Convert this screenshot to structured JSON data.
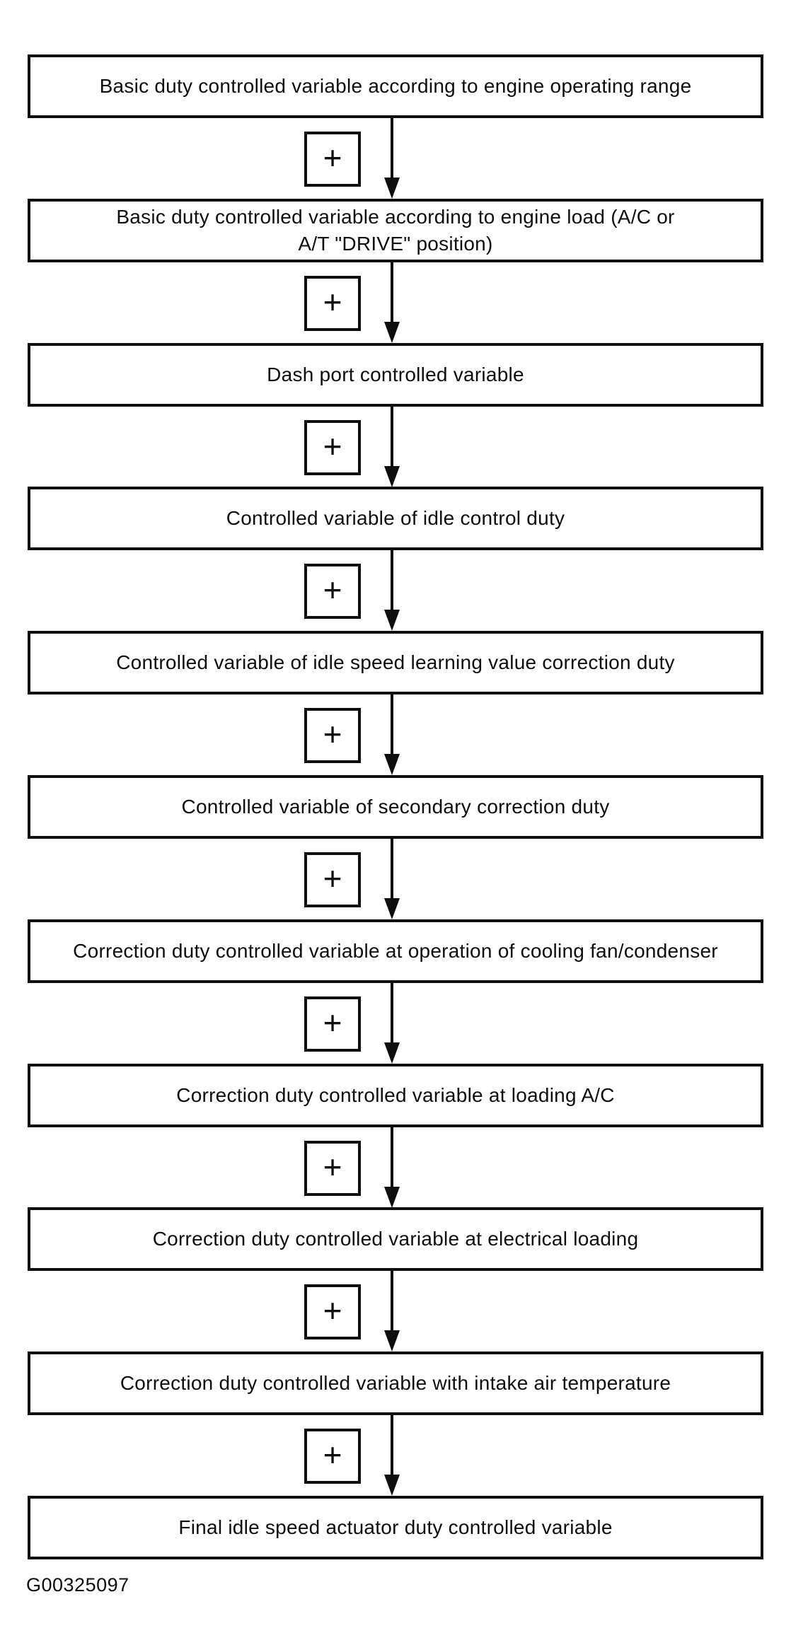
{
  "page": {
    "background_color": "#ffffff",
    "ink_color": "#0e0e0e",
    "figure_code": "G00325097"
  },
  "flowchart": {
    "operator_symbol": "+",
    "boxes": [
      {
        "label": "Basic duty controlled variable according to engine operating range"
      },
      {
        "label": "Basic duty controlled variable according to engine load (A/C or\nA/T \"DRIVE\" position)"
      },
      {
        "label": "Dash port controlled variable"
      },
      {
        "label": "Controlled variable of idle control duty"
      },
      {
        "label": "Controlled variable of idle speed learning value correction duty"
      },
      {
        "label": "Controlled variable of secondary correction duty"
      },
      {
        "label": "Correction duty controlled variable at operation of cooling fan/condenser"
      },
      {
        "label": "Correction duty controlled variable at loading A/C"
      },
      {
        "label": "Correction duty controlled variable at electrical loading"
      },
      {
        "label": "Correction duty controlled variable with intake air temperature"
      },
      {
        "label": "Final idle speed actuator duty controlled variable"
      }
    ]
  }
}
